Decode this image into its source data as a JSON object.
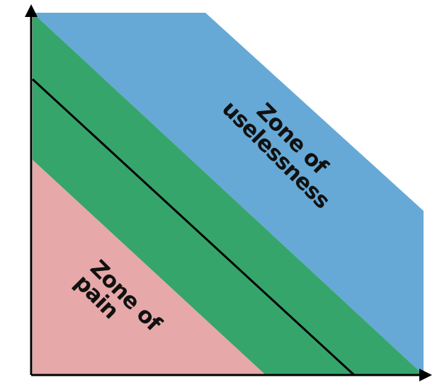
{
  "zones": {
    "pain": {
      "line1": "Zone of",
      "line2": "pain",
      "color": "#e6a8a8"
    },
    "uselessness": {
      "line1": "Zone of",
      "line2": "uselessness",
      "color": "#66a9d6"
    },
    "balance": {
      "color": "#36a56b"
    }
  },
  "colors": {
    "axis": "#000000",
    "main_sequence": "#000000"
  }
}
